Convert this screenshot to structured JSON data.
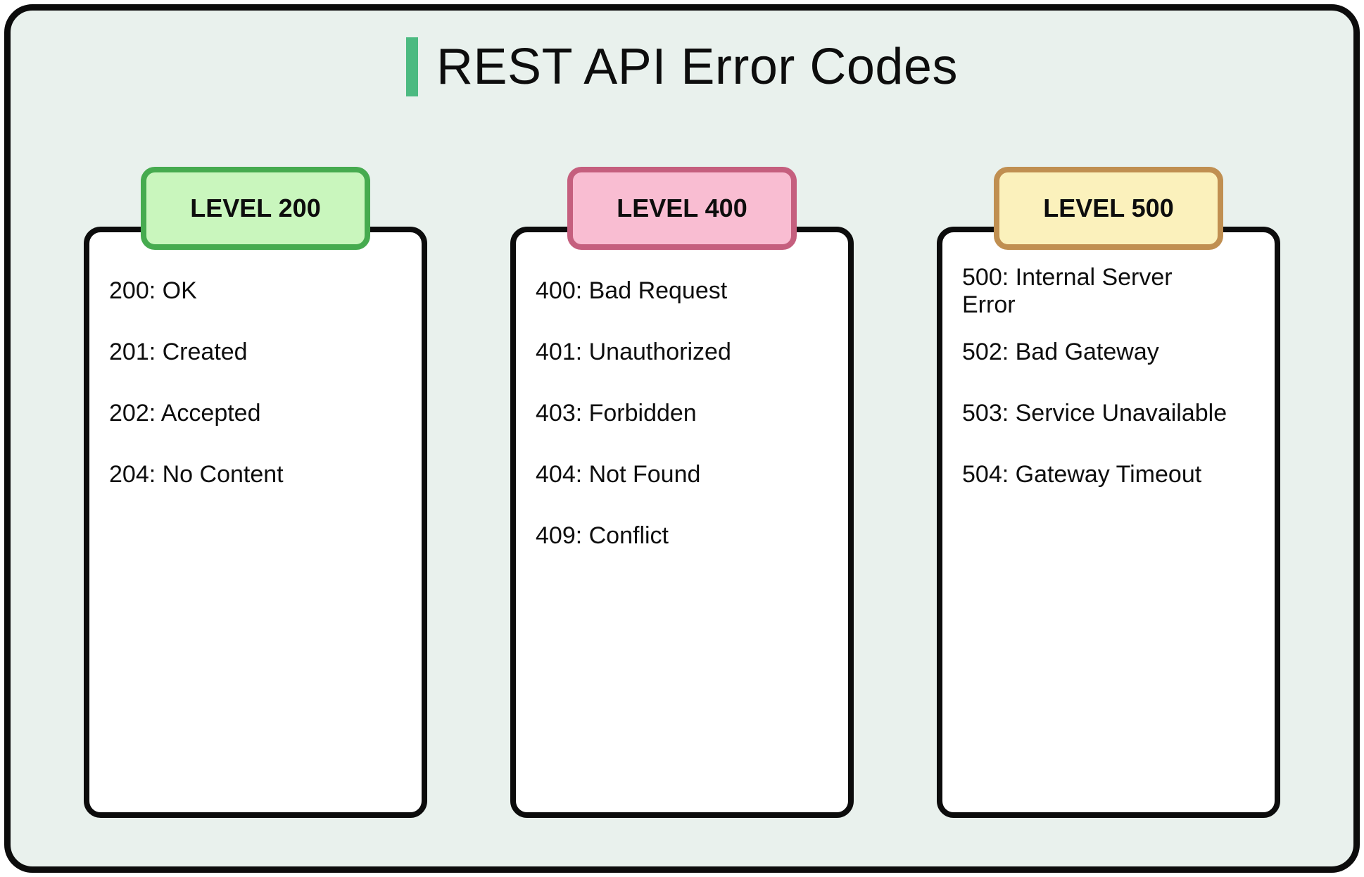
{
  "title": "REST API Error Codes",
  "colors": {
    "background": "#e9f1ed",
    "ink": "#0c0c0c",
    "card": "#ffffff",
    "accent": "#4cba81"
  },
  "columns": [
    {
      "label": "LEVEL 200",
      "badge_fill": "#c9f6bd",
      "badge_border": "#46ab4f",
      "items": [
        "200: OK",
        "201: Created",
        "202: Accepted",
        "204: No Content"
      ]
    },
    {
      "label": "LEVEL 400",
      "badge_fill": "#f9bdd2",
      "badge_border": "#c55f7e",
      "items": [
        "400: Bad Request",
        "401: Unauthorized",
        "403: Forbidden",
        "404: Not Found",
        "409: Conflict"
      ]
    },
    {
      "label": "LEVEL 500",
      "badge_fill": "#fbf1bc",
      "badge_border": "#c08f51",
      "items": [
        "500: Internal Server Error",
        "502: Bad Gateway",
        "503: Service Unavailable",
        "504: Gateway Timeout"
      ]
    }
  ]
}
